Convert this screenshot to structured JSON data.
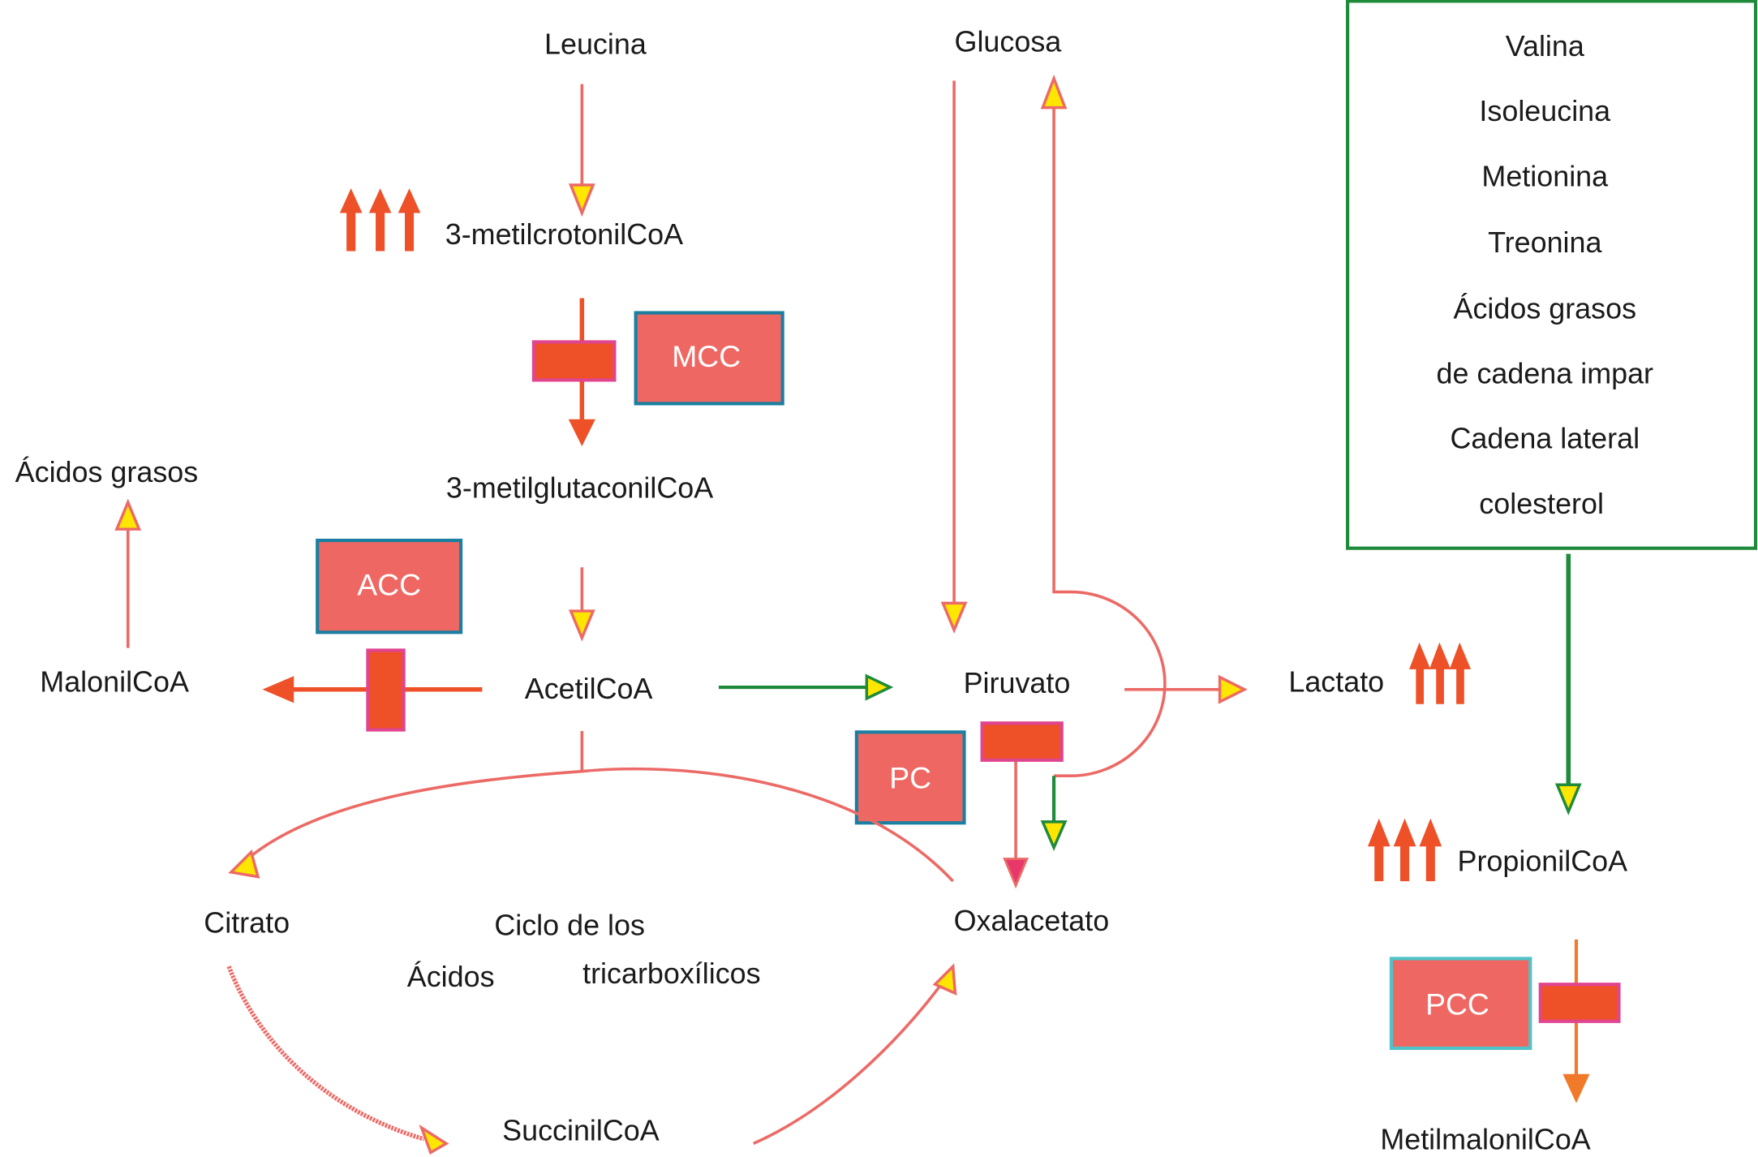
{
  "diagram": {
    "metabolites": {
      "leucina": "Leucina",
      "metilcrotonil": "3-metilcrotonilCoA",
      "metilglutaconil": "3-metilglutaconilCoA",
      "acidos_grasos": "Ácidos grasos",
      "malonil": "MalonilCoA",
      "acetil": "AcetilCoA",
      "glucosa": "Glucosa",
      "piruvato": "Piruvato",
      "lactato": "Lactato",
      "oxalacetato": "Oxalacetato",
      "citrato": "Citrato",
      "succinil": "SuccinilCoA",
      "propionil": "PropionilCoA",
      "metilmalonil": "MetilmalonilCoA"
    },
    "cycle_label": {
      "line1": "Ciclo de los",
      "line2a": "Ácidos",
      "line2b": "tricarboxílicos"
    },
    "enzymes": {
      "mcc": "MCC",
      "acc": "ACC",
      "pc": "PC",
      "pcc": "PCC"
    },
    "precursor_box": {
      "items": [
        "Valina",
        "Isoleucina",
        "Metionina",
        "Treonina",
        "Ácidos grasos",
        "de cadena impar",
        "Cadena lateral",
        "colesterol"
      ]
    },
    "colors": {
      "pathway_line": "#ec6a66",
      "blocked_flux": "#ee5028",
      "alternate_flux": "#1e8a3a",
      "arrowhead_fill": "#ffe600",
      "enzyme_fill": "#ef6762"
    }
  }
}
